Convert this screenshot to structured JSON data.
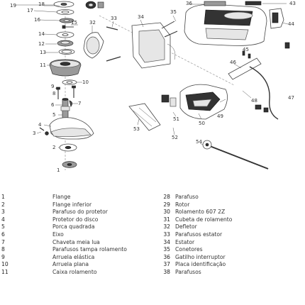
{
  "diagram": {
    "callouts": [
      "1",
      "2",
      "3",
      "4",
      "5",
      "6",
      "7",
      "8",
      "9",
      "10",
      "11",
      "12",
      "13",
      "14",
      "15",
      "16",
      "17",
      "18",
      "19",
      "32",
      "33",
      "34",
      "35",
      "36",
      "43",
      "44",
      "45",
      "46",
      "47",
      "48",
      "49",
      "50",
      "51",
      "52",
      "53",
      "54"
    ]
  },
  "legend": {
    "left": [
      {
        "num": "1",
        "label": "Flange"
      },
      {
        "num": "2",
        "label": "Flange inferior"
      },
      {
        "num": "3",
        "label": "Parafuso do protetor"
      },
      {
        "num": "4",
        "label": "Protetor do disco"
      },
      {
        "num": "5",
        "label": "Porca quadrada"
      },
      {
        "num": "6",
        "label": "Eixo"
      },
      {
        "num": "7",
        "label": "Chaveta meia lua"
      },
      {
        "num": "8",
        "label": "Parafusos tampa rolamento"
      },
      {
        "num": "9",
        "label": "Arruela elástica"
      },
      {
        "num": "10",
        "label": "Arruela plana"
      },
      {
        "num": "11",
        "label": "Caixa rolamento"
      }
    ],
    "right": [
      {
        "num": "28",
        "label": "Parafuso"
      },
      {
        "num": "29",
        "label": "Rotor"
      },
      {
        "num": "30",
        "label": "Rolamento 607 2Z"
      },
      {
        "num": "31",
        "label": "Cubeta de rolamento"
      },
      {
        "num": "32",
        "label": "Defletor"
      },
      {
        "num": "33",
        "label": "Parafusos estator"
      },
      {
        "num": "34",
        "label": "Estator"
      },
      {
        "num": "35",
        "label": "Conetores"
      },
      {
        "num": "36",
        "label": "Gatilho interruptor"
      },
      {
        "num": "37",
        "label": "Placa identificação"
      },
      {
        "num": "38",
        "label": "Parafusos"
      }
    ]
  }
}
